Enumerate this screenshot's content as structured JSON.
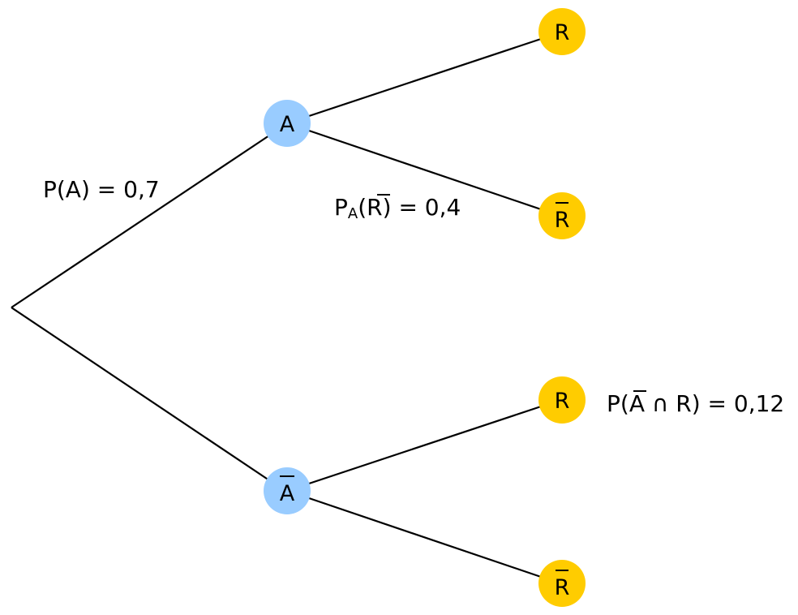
{
  "colors": {
    "first_level_node": "#99ccff",
    "second_level_node": "#ffcc00",
    "edge": "#000000",
    "text": "#000000"
  },
  "nodes": {
    "a": {
      "label": "A",
      "overline": false
    },
    "a_bar": {
      "label": "A",
      "overline": true
    },
    "a_r": {
      "label": "R",
      "overline": false
    },
    "a_r_bar": {
      "label": "R",
      "overline": true
    },
    "abar_r": {
      "label": "R",
      "overline": false
    },
    "abar_r_bar": {
      "label": "R",
      "overline": true
    }
  },
  "labels": {
    "p_a": {
      "prefix": "P(A) = 0,7"
    },
    "pa_rbar": {
      "main": "P",
      "subscript": "A",
      "open": "(",
      "event": "R",
      "rest": ") = 0,4"
    },
    "p_abar_and_r": {
      "open": "P(",
      "event": "A",
      "rest": " ∩ R) = 0,12"
    }
  }
}
